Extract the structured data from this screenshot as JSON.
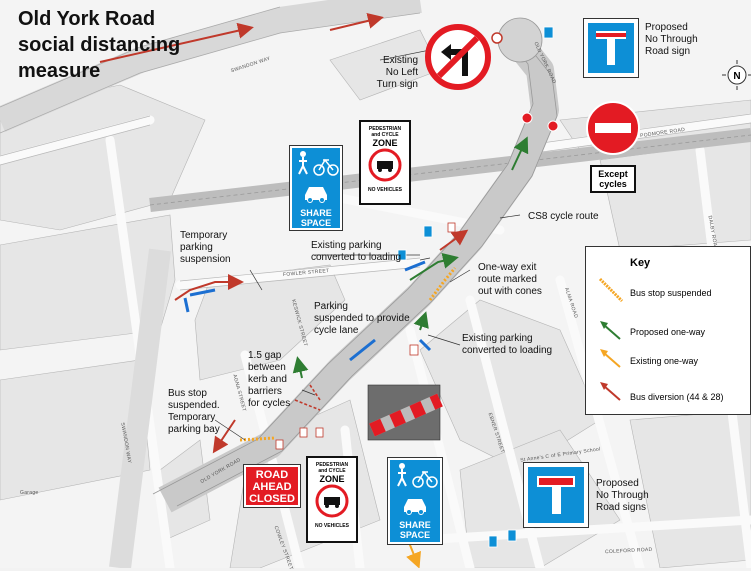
{
  "title": [
    "Old York Road",
    "social distancing",
    "measure"
  ],
  "captions": {
    "no_left_turn": "Existing\nNo Left\nTurn sign",
    "no_through_top": "Proposed\nNo Through\nRoad sign",
    "no_through_bottom": "Proposed\nNo Through\nRoad signs",
    "except_cycles": "Except\ncycles",
    "cs8": "CS8 cycle route",
    "temp_parking": "Temporary\nparking\nsuspension",
    "existing_parking_loading_top": "Existing parking\nconverted to loading",
    "existing_parking_loading_bottom": "Existing parking\nconverted to loading",
    "one_way_exit": "One-way exit\nroute marked\nout with cones",
    "parking_suspended_cycle": "Parking\nsuspended to provide\ncycle lane",
    "gap": "1.5 gap\nbetween\nkerb and\nbarriers\nfor cycles",
    "bus_stop_suspended": "Bus stop\nsuspended.\nTemporary\nparking bay"
  },
  "signs": {
    "ped_zone_line1": "PEDESTRIAN",
    "ped_zone_line2": "and CYCLE",
    "ped_zone_title": "ZONE",
    "ped_zone_footer": "NO VEHICLES",
    "share_space_1": "SHARE",
    "share_space_2": "SPACE",
    "road_closed_1": "ROAD",
    "road_closed_2": "AHEAD",
    "road_closed_3": "CLOSED"
  },
  "legend": {
    "title": "Key",
    "items": [
      {
        "label": "Bus stop suspended",
        "color": "#f5a623"
      },
      {
        "label": "Proposed one-way",
        "color": "#2e7d32"
      },
      {
        "label": "Existing one-way",
        "color": "#f5a623"
      },
      {
        "label": "Bus diversion (44 & 28)",
        "color": "#c0392b"
      }
    ]
  },
  "streets": {
    "old_york_road_top": "OLD YORK ROAD",
    "old_york_road_bottom": "OLD YORK ROAD",
    "swandon_way_top": "SWANDON WAY",
    "swandon_way_left": "SWANDON WAY",
    "fowler_street": "FOWLER STREET",
    "podmore_road": "PODMORE ROAD",
    "alma_road": "ALMA ROAD",
    "dalby_road": "DALBY ROAD",
    "ebner_street": "EBNER STREET",
    "keswick_street": "KESWICK STREET",
    "aslan_street": "AGNA STREET",
    "cowley_street": "COWLEY STREET",
    "colbourne_road": "COLEFORD ROAD",
    "st_annes": "St Anne's C of E Primary School",
    "garage": "Garage"
  },
  "colors": {
    "road": "#d0d0d0",
    "bus_diversion": "#c0392b",
    "proposed_one_way": "#2e7d32",
    "existing_one_way": "#f5a623",
    "sign_blue": "#0d8fd6",
    "sign_red": "#e31b23"
  }
}
